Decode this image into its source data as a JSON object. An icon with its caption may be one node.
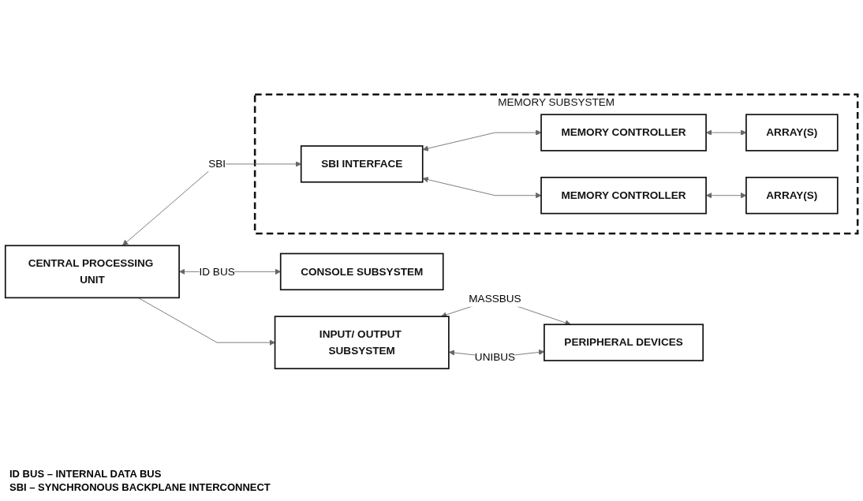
{
  "diagram": {
    "nodes": [
      {
        "text": [
          "CENTRAL PROCESSING UNIT"
        ]
      },
      {
        "text": [
          "CONSOLE SUBSYSTEM"
        ]
      },
      {
        "text": [
          "MEMORY SUBSYSTEM"
        ]
      },
      {
        "text": [
          "SBI INTERFACE"
        ],
        "in": 2
      },
      {
        "text": [
          "MEMORY CONTROLLER"
        ],
        "in": 2
      },
      {
        "text": [
          "ARRAY(S)"
        ],
        "in": 2
      },
      {
        "text": [
          "MEMORY CONTROLLER"
        ],
        "in": 2
      },
      {
        "text": [
          "ARRAY(S)"
        ],
        "in": 2
      },
      {
        "text": [
          "INPUT/ OUTPUT SUBSYSTEM"
        ]
      },
      {
        "text": [
          "PERIPHERAL DEVICES"
        ]
      }
    ],
    "edges": [
      {
        "from": 0,
        "to": 3,
        "arrow": "both",
        "label": "SBI"
      },
      {
        "from": 0,
        "to": 1,
        "arrow": "both",
        "label": "ID BUS"
      },
      {
        "from": 0,
        "to": 8,
        "arrow": "to"
      },
      {
        "from": 3,
        "to": 4,
        "arrow": "both"
      },
      {
        "from": 3,
        "to": 6,
        "arrow": "both"
      },
      {
        "from": 4,
        "to": 5,
        "arrow": "both"
      },
      {
        "from": 6,
        "to": 7,
        "arrow": "both"
      },
      {
        "from": 8,
        "to": 9,
        "arrow": "both",
        "label": "MASSBUS"
      },
      {
        "from": 8,
        "to": 9,
        "arrow": "both",
        "label": "UNIBUS"
      }
    ],
    "labels": [
      "ID BUS – INTERNAL DATA BUS",
      "SBI – SYNCHRONOUS BACKPLANE INTERCONNECT"
    ]
  }
}
